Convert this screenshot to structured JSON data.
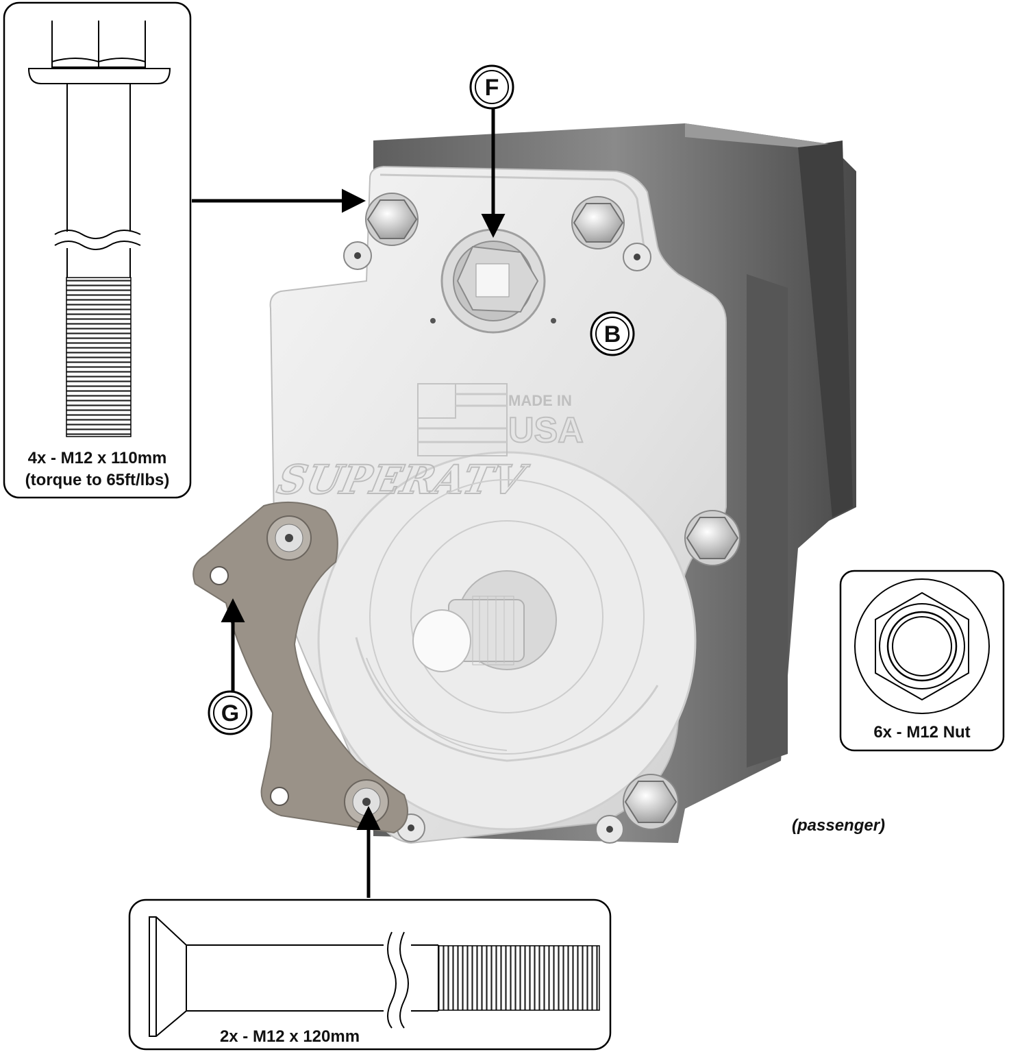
{
  "callouts": {
    "f": "F",
    "b": "B",
    "g": "G"
  },
  "bolt_top": {
    "qty_spec": "4x - M12 x 110mm",
    "torque": "(torque to 65ft/lbs)"
  },
  "nut": {
    "spec": "6x - M12 Nut"
  },
  "bolt_bottom": {
    "spec": "2x - M12 x 120mm"
  },
  "side_note": "(passenger)",
  "plate_marking": {
    "made_in": "MADE IN",
    "country": "USA",
    "brand": "SUPERATV"
  },
  "colors": {
    "housing_dark": "#6f6f6f",
    "plate_silver": "#e6e6e6",
    "bracket": "#9a9288",
    "line": "#000000"
  }
}
